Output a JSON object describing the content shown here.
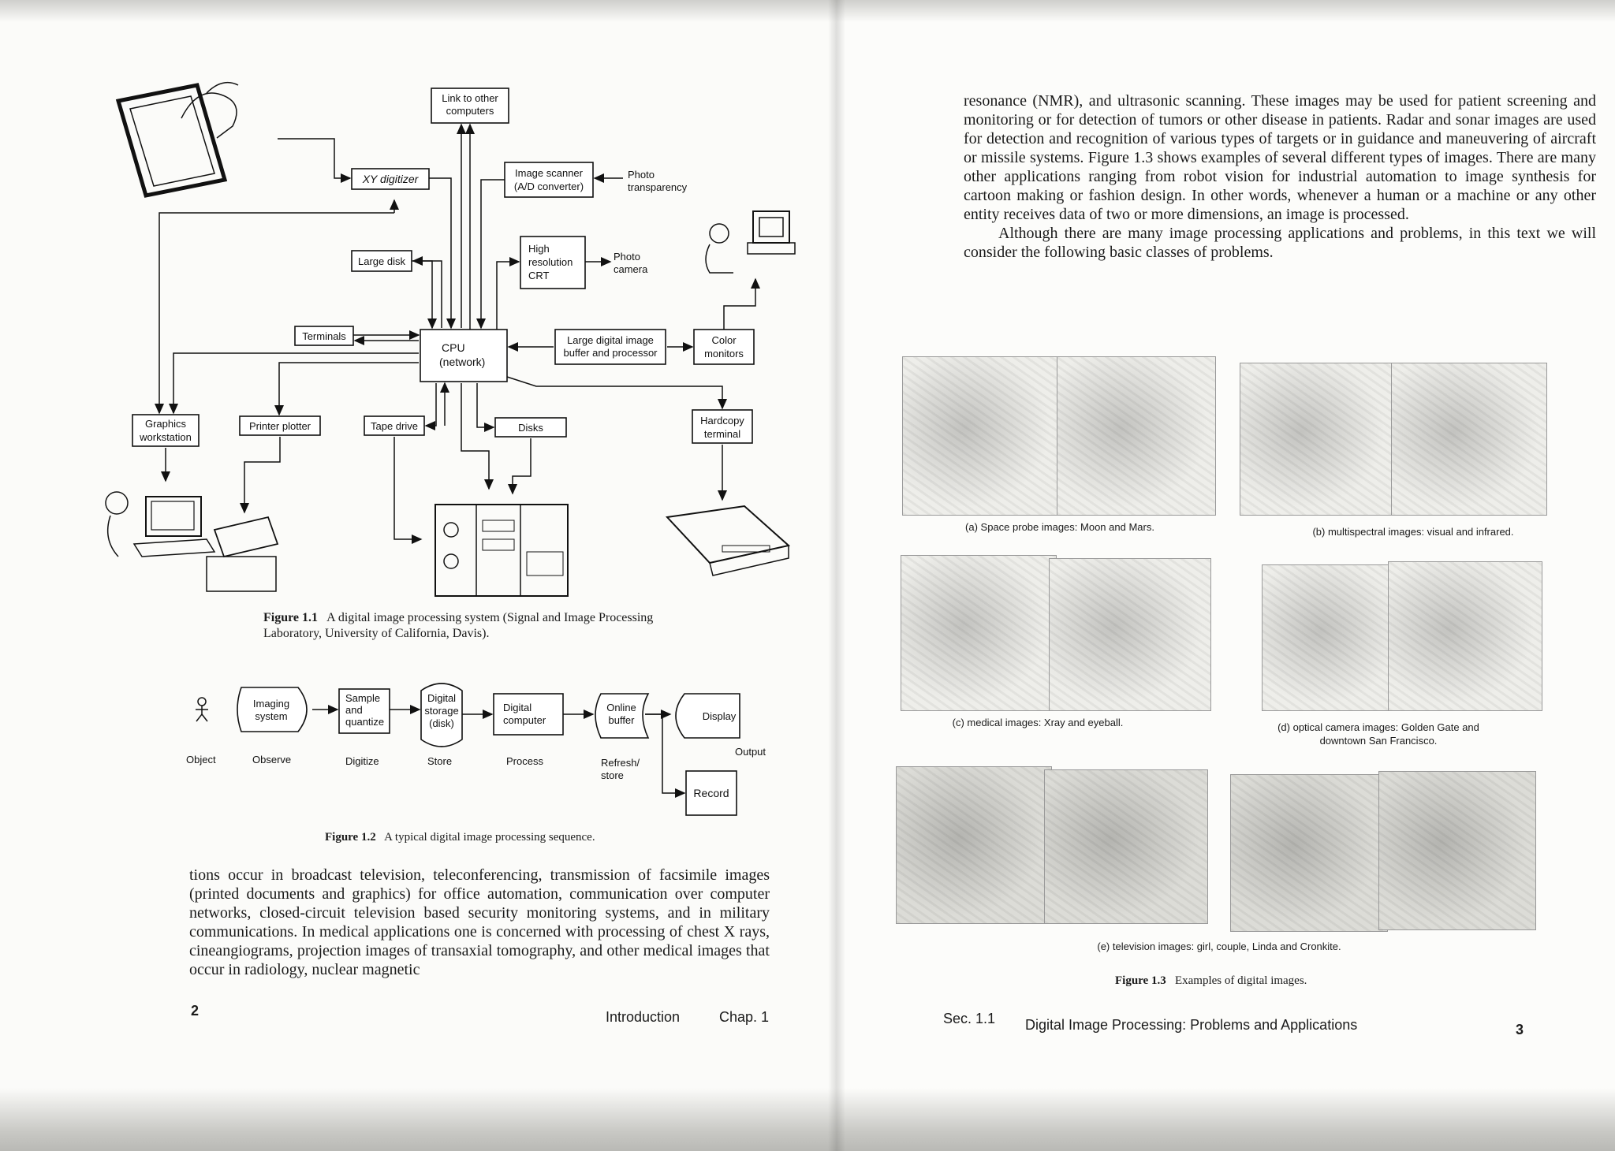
{
  "left_page": {
    "figure_1_1": {
      "blocks": {
        "link": [
          "Link to other",
          "computers"
        ],
        "xy_digitizer": "XY digitizer",
        "image_scanner": [
          "Image scanner",
          "(A/D converter)"
        ],
        "photo_transparency": [
          "Photo",
          "transparency"
        ],
        "large_disk": "Large disk",
        "high_res_crt": [
          "High",
          "resolution",
          "CRT"
        ],
        "photo_camera": [
          "Photo",
          "camera"
        ],
        "terminals": "Terminals",
        "cpu": [
          "CPU",
          "(network)"
        ],
        "frame_buffer": [
          "Large digital image",
          "buffer and processor"
        ],
        "color_monitors": [
          "Color",
          "monitors"
        ],
        "graphics_ws": [
          "Graphics",
          "workstation"
        ],
        "printer_plotter": "Printer plotter",
        "tape_drive": "Tape drive",
        "disks": "Disks",
        "hardcopy_terminal": [
          "Hardcopy",
          "terminal"
        ]
      },
      "caption_label": "Figure 1.1",
      "caption_text": "A digital image processing system (Signal and Image Processing Laboratory, University of California, Davis)."
    },
    "figure_1_2": {
      "blocks": {
        "imaging_system": [
          "Imaging",
          "system"
        ],
        "sample_quantize": [
          "Sample",
          "and",
          "quantize"
        ],
        "digital_storage": [
          "Digital",
          "storage",
          "(disk)"
        ],
        "digital_computer": [
          "Digital",
          "computer"
        ],
        "online_buffer": [
          "Online",
          "buffer"
        ],
        "display": "Display",
        "record": "Record"
      },
      "stages": {
        "object": "Object",
        "observe": "Observe",
        "digitize": "Digitize",
        "store": "Store",
        "process": "Process",
        "refresh": [
          "Refresh/",
          "store"
        ],
        "output": "Output"
      },
      "caption_label": "Figure 1.2",
      "caption_text": "A typical digital image processing sequence."
    },
    "body_text": "tions occur in broadcast television, teleconferencing, transmission of facsimile images (printed documents and graphics) for office automation, communication over computer networks, closed-circuit television based security monitoring systems, and in military communications. In medical applications one is concerned with processing of chest X rays, cineangiograms, projection images of transaxial tomography, and other medical images that occur in radiology, nuclear magnetic",
    "footer": {
      "page_number": "2",
      "section": "Introduction",
      "chapter": "Chap. 1"
    }
  },
  "right_page": {
    "body_text_1": "resonance (NMR), and ultrasonic scanning. These images may be used for patient screening and monitoring or for detection of tumors or other disease in patients. Radar and sonar images are used for detection and recognition of various types of targets or in guidance and maneuvering of aircraft or missile systems. Figure 1.3 shows examples of several different types of images. There are many other applications ranging from robot vision for industrial automation to image synthesis for cartoon making or fashion design. In other words, whenever a human or a machine or any other entity receives data of two or more dimensions, an image is processed.",
    "body_text_2": "Although there are many image processing applications and problems, in this text we will consider the following basic classes of problems.",
    "figure_1_3": {
      "subcaptions": {
        "a": "(a) Space probe images: Moon and Mars.",
        "b": "(b) multispectral images: visual and infrared.",
        "c": "(c) medical images: Xray and eyeball.",
        "d": "(d) optical camera images: Golden Gate and downtown San Francisco.",
        "e": "(e) television images: girl, couple, Linda and Cronkite."
      },
      "caption_label": "Figure 1.3",
      "caption_text": "Examples of digital images."
    },
    "footer": {
      "section": "Sec. 1.1",
      "title": "Digital Image Processing: Problems and Applications",
      "page_number": "3"
    }
  }
}
